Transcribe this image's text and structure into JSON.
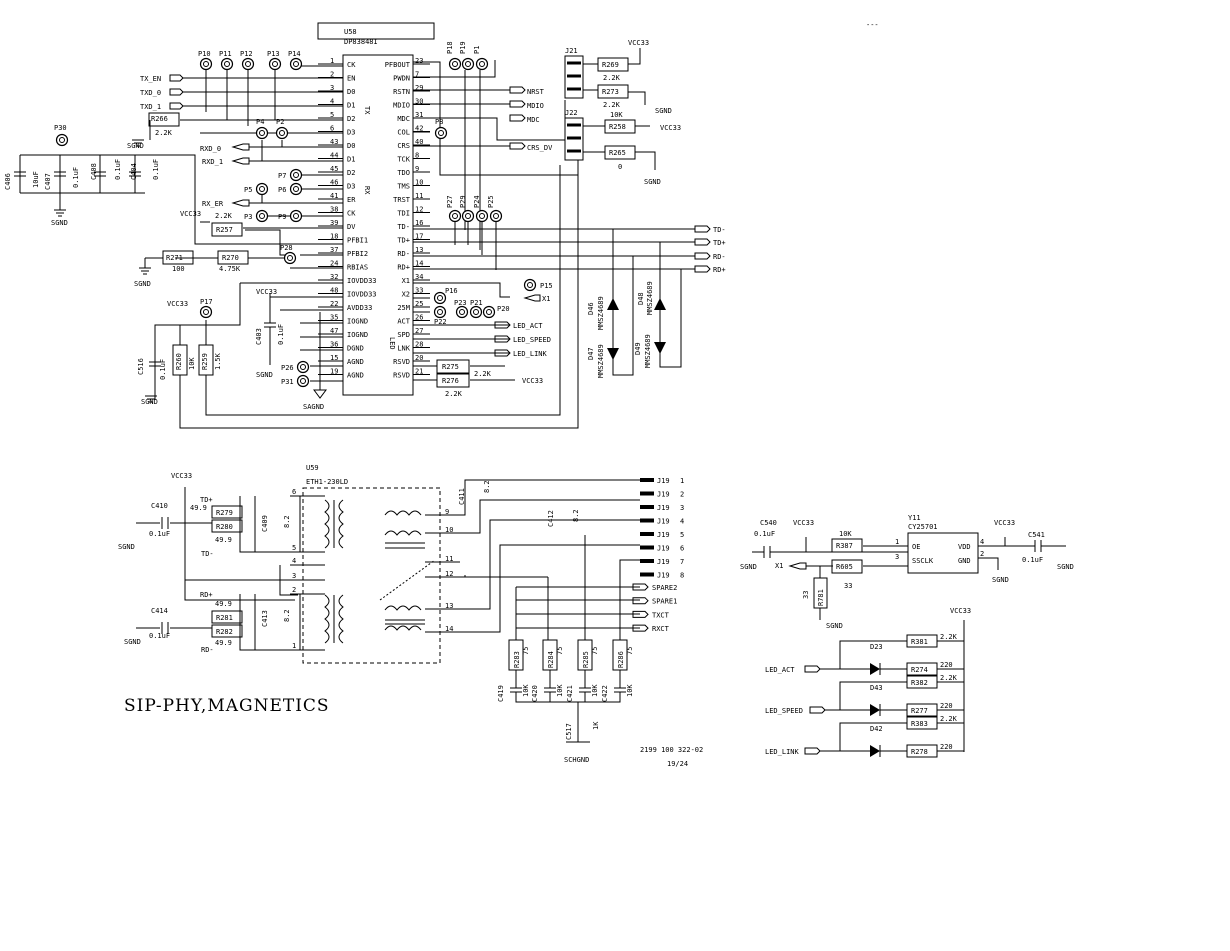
{
  "sheet": {
    "title": "SIP-PHY,MAGNETICS",
    "doc_number": "2199 100 322-02",
    "page": "19/24",
    "corner_mark": "---"
  },
  "phy": {
    "ref": "U58",
    "part": "DP83848I",
    "left_pins": [
      {
        "num": "1",
        "name": "CK"
      },
      {
        "num": "2",
        "name": "EN"
      },
      {
        "num": "3",
        "name": "D0"
      },
      {
        "num": "4",
        "name": "D1"
      },
      {
        "num": "5",
        "name": "D2"
      },
      {
        "num": "6",
        "name": "D3"
      },
      {
        "num": "43",
        "name": "D0"
      },
      {
        "num": "44",
        "name": "D1"
      },
      {
        "num": "45",
        "name": "D2"
      },
      {
        "num": "46",
        "name": "D3"
      },
      {
        "num": "41",
        "name": "ER"
      },
      {
        "num": "38",
        "name": "CK"
      },
      {
        "num": "39",
        "name": "DV"
      },
      {
        "num": "18",
        "name": "PFBI1"
      },
      {
        "num": "37",
        "name": "PFBI2"
      },
      {
        "num": "24",
        "name": "RBIAS"
      },
      {
        "num": "32",
        "name": "IOVDD33"
      },
      {
        "num": "48",
        "name": "IOVDD33"
      },
      {
        "num": "22",
        "name": "AVDD33"
      },
      {
        "num": "35",
        "name": "IOGND"
      },
      {
        "num": "47",
        "name": "IOGND"
      },
      {
        "num": "36",
        "name": "DGND"
      },
      {
        "num": "15",
        "name": "AGND"
      },
      {
        "num": "19",
        "name": "AGND"
      }
    ],
    "right_pins": [
      {
        "num": "23",
        "name": "PFBOUT"
      },
      {
        "num": "7",
        "name": "PWDN"
      },
      {
        "num": "29",
        "name": "RSTN"
      },
      {
        "num": "30",
        "name": "MDIO"
      },
      {
        "num": "31",
        "name": "MDC"
      },
      {
        "num": "42",
        "name": "COL"
      },
      {
        "num": "40",
        "name": "CRS"
      },
      {
        "num": "8",
        "name": "TCK"
      },
      {
        "num": "9",
        "name": "TDO"
      },
      {
        "num": "10",
        "name": "TMS"
      },
      {
        "num": "11",
        "name": "TRST"
      },
      {
        "num": "12",
        "name": "TDI"
      },
      {
        "num": "16",
        "name": "TD-"
      },
      {
        "num": "17",
        "name": "TD+"
      },
      {
        "num": "13",
        "name": "RD-"
      },
      {
        "num": "14",
        "name": "RD+"
      },
      {
        "num": "34",
        "name": "X1"
      },
      {
        "num": "33",
        "name": "X2"
      },
      {
        "num": "25",
        "name": "25M"
      },
      {
        "num": "26",
        "name": "ACT"
      },
      {
        "num": "27",
        "name": "SPD"
      },
      {
        "num": "28",
        "name": "LNK"
      },
      {
        "num": "20",
        "name": "RSVD"
      },
      {
        "num": "21",
        "name": "RSVD"
      }
    ],
    "tx_group": "TX",
    "rx_group": "RX",
    "led_group": "LED"
  },
  "net_labels": {
    "left": [
      "TX_EN",
      "TXD_0",
      "TXD_1",
      "RXD_0",
      "RXD_1",
      "RX_ER"
    ],
    "right": [
      "NRST",
      "MDIO",
      "MDC",
      "CRS_DV",
      "TD-",
      "TD+",
      "RD-",
      "RD+",
      "X1",
      "LED_ACT",
      "LED_SPEED",
      "LED_LINK"
    ]
  },
  "test_points": [
    "P10",
    "P11",
    "P12",
    "P13",
    "P14",
    "P18",
    "P19",
    "P1",
    "P30",
    "P4",
    "P2",
    "P8",
    "P7",
    "P6",
    "P5",
    "P3",
    "P9",
    "P27",
    "P29",
    "P24",
    "P25",
    "P28",
    "P17",
    "P15",
    "P16",
    "P23",
    "P21",
    "P20",
    "P22",
    "P26",
    "P31"
  ],
  "components": {
    "R266": "2.2K",
    "R257": "2.2K",
    "R271": "100",
    "R270": "4.75K",
    "R260": "10K",
    "R259": "1.5K",
    "R269": "2.2K",
    "R273": "2.2K",
    "R258": "10K",
    "R265": "0",
    "R275": "2.2K",
    "R276": "2.2K",
    "C406": "10uF",
    "C407": "0.1uF",
    "C408": "0.1uF",
    "C404": "0.1uF",
    "C403": "0.1uF",
    "C516": "0.1uF",
    "J21": "J21",
    "J22": "J22"
  },
  "diodes": [
    "D46",
    "D47",
    "D48",
    "D49"
  ],
  "diode_part": "MMSZ4689",
  "power": {
    "vcc": "VCC33",
    "sgnd": "SGND",
    "sagnd": "SAGND",
    "schgnd": "SCHGND"
  },
  "magnetics": {
    "ref": "U59",
    "part": "ETH1-230LD",
    "left_pins": [
      "6",
      "5",
      "4",
      "3",
      "2",
      "1"
    ],
    "right_pins": [
      "9",
      "10",
      "11",
      "12",
      "13",
      "14"
    ],
    "signals": [
      "TD+",
      "TD-",
      "RD+",
      "RD-"
    ],
    "R279": "49.9",
    "R280": "49.9",
    "R281": "49.9",
    "R282": "49.9",
    "C410": "0.1uF",
    "C414": "0.1uF",
    "C409": "8.2",
    "C413": "8.2",
    "C411": "8.2",
    "C412": "8.2",
    "connector_ref": "J19",
    "connector_pins": [
      "1",
      "2",
      "3",
      "4",
      "5",
      "6",
      "7",
      "8"
    ],
    "out_nets": [
      "SPARE2",
      "SPARE1",
      "TXCT",
      "RXCT"
    ],
    "terminations": [
      {
        "r": "R283",
        "rv": "75",
        "c": "C419",
        "cv": "10K"
      },
      {
        "r": "R284",
        "rv": "75",
        "c": "C420",
        "cv": "10K"
      },
      {
        "r": "R285",
        "rv": "75",
        "c": "C421",
        "cv": "10K"
      },
      {
        "r": "R286",
        "rv": "75",
        "c": "C422",
        "cv": "10K"
      }
    ],
    "C517": "C517",
    "C517_value": "1K"
  },
  "osc": {
    "ref": "Y11",
    "part": "CY25701",
    "pins": [
      "OE",
      "SSCLK",
      "VDD",
      "GND"
    ],
    "pin_nums": [
      "1",
      "3",
      "4",
      "2"
    ],
    "C540": "0.1uF",
    "C541": "0.1uF",
    "R387": "10K",
    "R605": "R605",
    "R781": "33",
    "R605_value": "33",
    "net": "X1"
  },
  "leds": [
    {
      "net": "LED_ACT",
      "d": "D23",
      "r1": "R381",
      "r1v": "2.2K",
      "r2": "R274",
      "r2v": "220"
    },
    {
      "net": "LED_SPEED",
      "d": "D43",
      "r1": "R382",
      "r1v": "2.2K",
      "r2": "R277",
      "r2v": "220"
    },
    {
      "net": "LED_LINK",
      "d": "D42",
      "r1": "R383",
      "r1v": "2.2K",
      "r2": "R278",
      "r2v": "220"
    }
  ]
}
